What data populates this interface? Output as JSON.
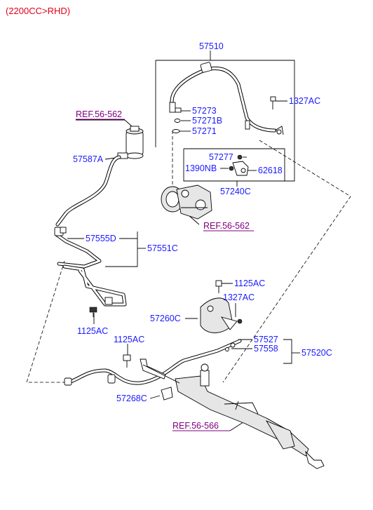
{
  "header": {
    "title": "(2200CC>RHD)"
  },
  "colors": {
    "part_label": "#1a1aff",
    "ref_label": "#800080",
    "header": "#e0001b"
  },
  "labels": {
    "p57510": "57510",
    "p57273": "57273",
    "p57271B": "57271B",
    "p57271": "57271",
    "p1327AC_top": "1327AC",
    "p57277": "57277",
    "p1390NB": "1390NB",
    "p62618": "62618",
    "p57240C": "57240C",
    "ref56562_top": "REF.56-562",
    "p57587A": "57587A",
    "ref56562_pump": "REF.56-562",
    "p57555D": "57555D",
    "p57551C": "57551C",
    "p1125AC_right": "1125AC",
    "p1327AC_mid": "1327AC",
    "p57260C": "57260C",
    "p1125AC_left": "1125AC",
    "p1125AC_mid": "1125AC",
    "p57527": "57527",
    "p57558": "57558",
    "p57520C": "57520C",
    "p57268C": "57268C",
    "ref56566": "REF.56-566"
  }
}
